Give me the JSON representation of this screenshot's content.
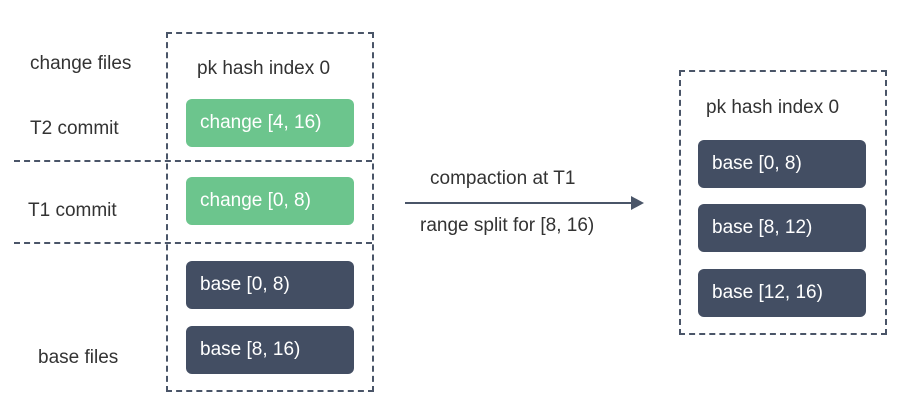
{
  "left_labels": {
    "change_files": "change files",
    "t2_commit": "T2 commit",
    "t1_commit": "T1 commit",
    "base_files": "base files"
  },
  "left_partition": {
    "title": "pk hash index 0",
    "change_t2": "change [4, 16)",
    "change_t1": "change [0, 8)",
    "base_1": "base [0, 8)",
    "base_2": "base [8, 16)"
  },
  "operation": {
    "line1": "compaction at T1",
    "line2": "range split for [8, 16)"
  },
  "right_partition": {
    "title": "pk hash index 0",
    "base_1": "base [0, 8)",
    "base_2": "base [8, 12)",
    "base_3": "base [12, 16)"
  },
  "colors": {
    "change_block": "#6cc58d",
    "base_block": "#434e63",
    "dash_line": "#4a5568"
  }
}
